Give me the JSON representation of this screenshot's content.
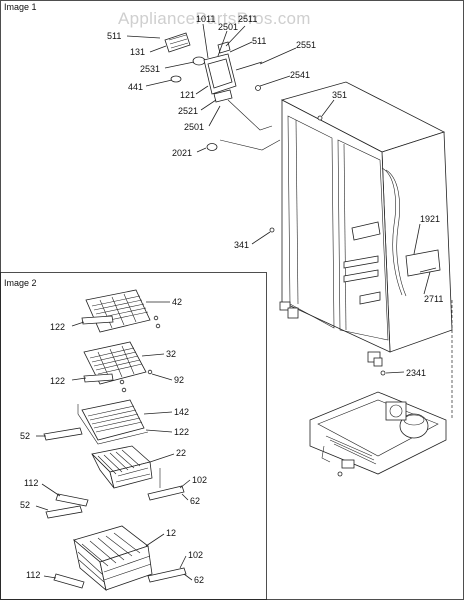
{
  "watermark": "AppliancePartsPros.com",
  "panels": {
    "image1_title": "Image 1",
    "image2_title": "Image 2"
  },
  "labels": {
    "p511a": "511",
    "p131": "131",
    "p2531": "2531",
    "p441": "441",
    "p1011": "1011",
    "p2501a": "2501",
    "p2511": "2511",
    "p511b": "511",
    "p2551": "2551",
    "p2541": "2541",
    "p121": "121",
    "p2521": "2521",
    "p2501b": "2501",
    "p2021": "2021",
    "p351": "351",
    "p341": "341",
    "p1921": "1921",
    "p2711": "2711",
    "p2341": "2341",
    "p42": "42",
    "p122a": "122",
    "p32": "32",
    "p122b": "122",
    "p92": "92",
    "p142": "142",
    "p122c": "122",
    "p52a": "52",
    "p22": "22",
    "p102a": "102",
    "p62a": "62",
    "p112a": "112",
    "p52b": "52",
    "p12": "12",
    "p102b": "102",
    "p62b": "62",
    "p112b": "112"
  }
}
